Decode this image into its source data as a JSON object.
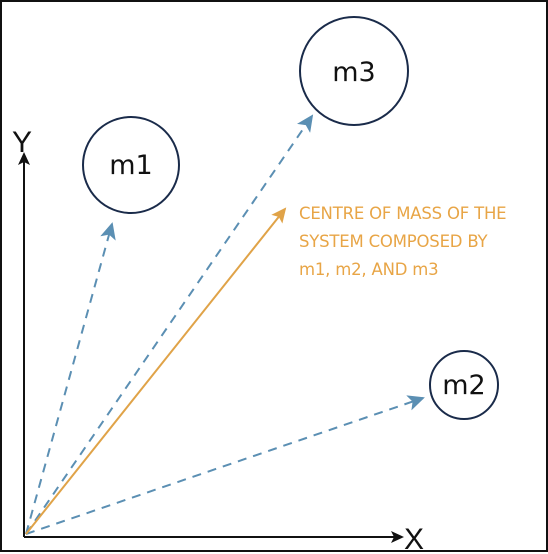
{
  "axes": {
    "y_label": "Y",
    "x_label": "X"
  },
  "masses": [
    {
      "id": "m1",
      "label": "m1"
    },
    {
      "id": "m2",
      "label": "m2"
    },
    {
      "id": "m3",
      "label": "m3"
    }
  ],
  "centre_of_mass": {
    "lines": [
      "CENTRE OF MASS OF THE",
      "SYSTEM COMPOSED BY",
      "m1, m2, AND m3"
    ]
  },
  "colors": {
    "axis": "#111111",
    "circle_stroke": "#1a2b4a",
    "mass_vector": "#5b8fb3",
    "com_vector": "#e0a348",
    "com_text": "#e8a546"
  }
}
